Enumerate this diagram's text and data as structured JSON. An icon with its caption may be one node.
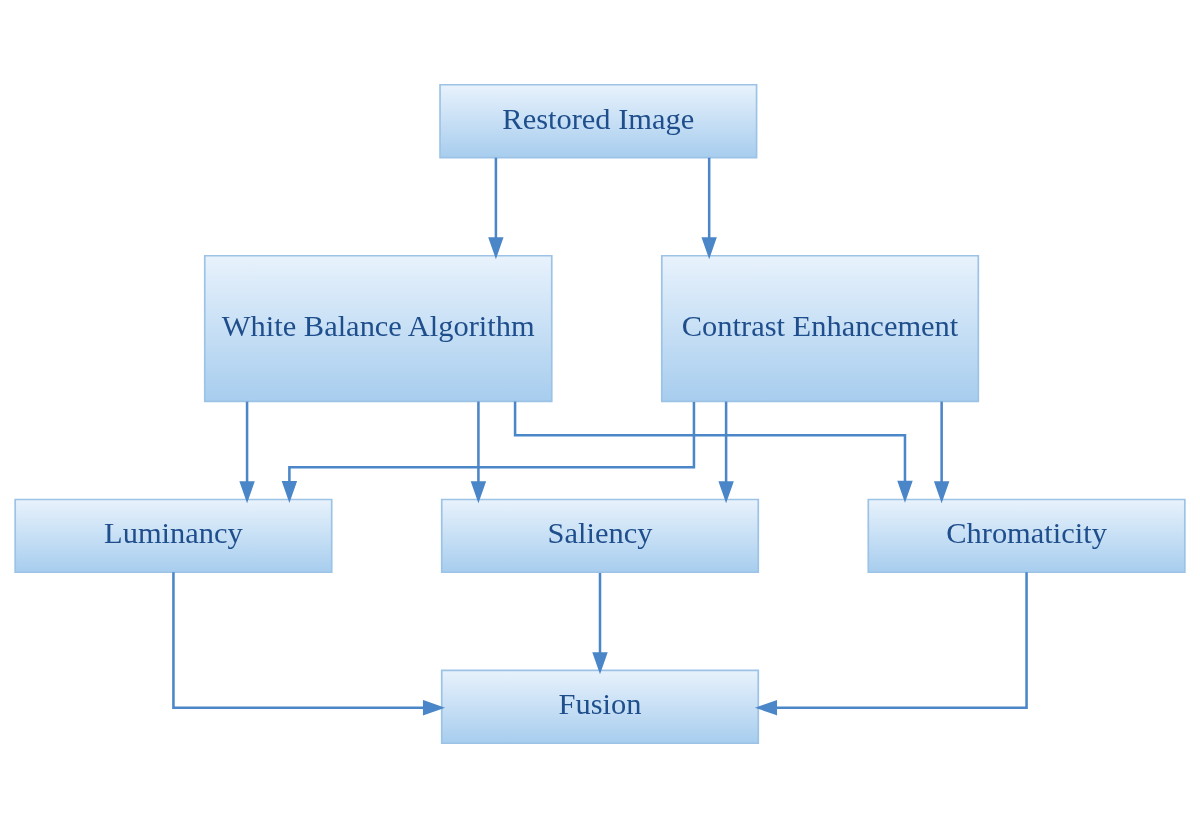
{
  "diagram": {
    "nodes": [
      {
        "text": [
          "Restored Image"
        ]
      },
      {
        "text": [
          "White Balance Algorithm"
        ]
      },
      {
        "text": [
          "Contrast Enhancement"
        ]
      },
      {
        "text": [
          "Luminancy"
        ]
      },
      {
        "text": [
          "Saliency"
        ]
      },
      {
        "text": [
          "Chromaticity"
        ]
      },
      {
        "text": [
          "Fusion"
        ]
      }
    ],
    "edges": [
      {
        "from": 0,
        "to": 1,
        "arrow": "to"
      },
      {
        "from": 0,
        "to": 2,
        "arrow": "to"
      },
      {
        "from": 1,
        "to": 3,
        "arrow": "to"
      },
      {
        "from": 1,
        "to": 4,
        "arrow": "to"
      },
      {
        "from": 1,
        "to": 5,
        "arrow": "to"
      },
      {
        "from": 2,
        "to": 3,
        "arrow": "to"
      },
      {
        "from": 2,
        "to": 4,
        "arrow": "to"
      },
      {
        "from": 2,
        "to": 5,
        "arrow": "to"
      },
      {
        "from": 3,
        "to": 6,
        "arrow": "to"
      },
      {
        "from": 4,
        "to": 6,
        "arrow": "to"
      },
      {
        "from": 5,
        "to": 6,
        "arrow": "to"
      }
    ]
  }
}
